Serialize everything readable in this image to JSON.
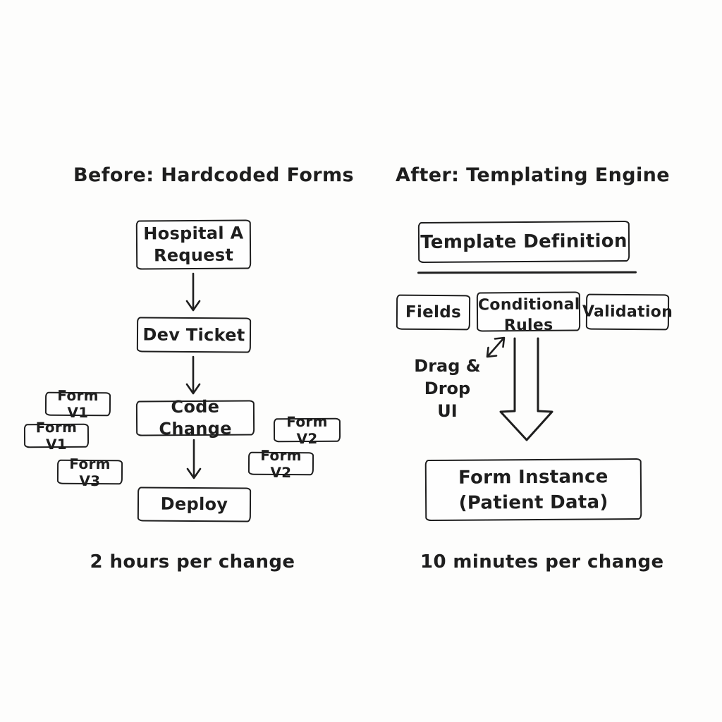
{
  "colors": {
    "ink": "#1e1e1e",
    "background": "#fdfdfc"
  },
  "before": {
    "title": "Before: Hardcoded Forms",
    "nodes": [
      {
        "label": "Hospital A\nRequest"
      },
      {
        "label": "Dev Ticket"
      },
      {
        "label": "Code Change"
      },
      {
        "label": "Deploy"
      }
    ],
    "floating_forms": [
      {
        "label": "Form V1"
      },
      {
        "label": "Form V1"
      },
      {
        "label": "Form V3"
      },
      {
        "label": "Form V2"
      },
      {
        "label": "Form V2"
      }
    ],
    "caption": "2 hours per change"
  },
  "after": {
    "title": "After: Templating Engine",
    "template_box": "Template Definition",
    "components": [
      {
        "label": "Fields"
      },
      {
        "label": "Conditional\nRules"
      },
      {
        "label": "Validation"
      }
    ],
    "drag_drop_label": "Drag & Drop\nUI",
    "instance_box": "Form Instance\n(Patient Data)",
    "caption": "10 minutes per change"
  },
  "icons": {
    "down_arrow": "down-arrow",
    "big_down_arrow": "big-hollow-down-arrow",
    "double_diag_arrow": "double-headed-diagonal-arrow"
  }
}
